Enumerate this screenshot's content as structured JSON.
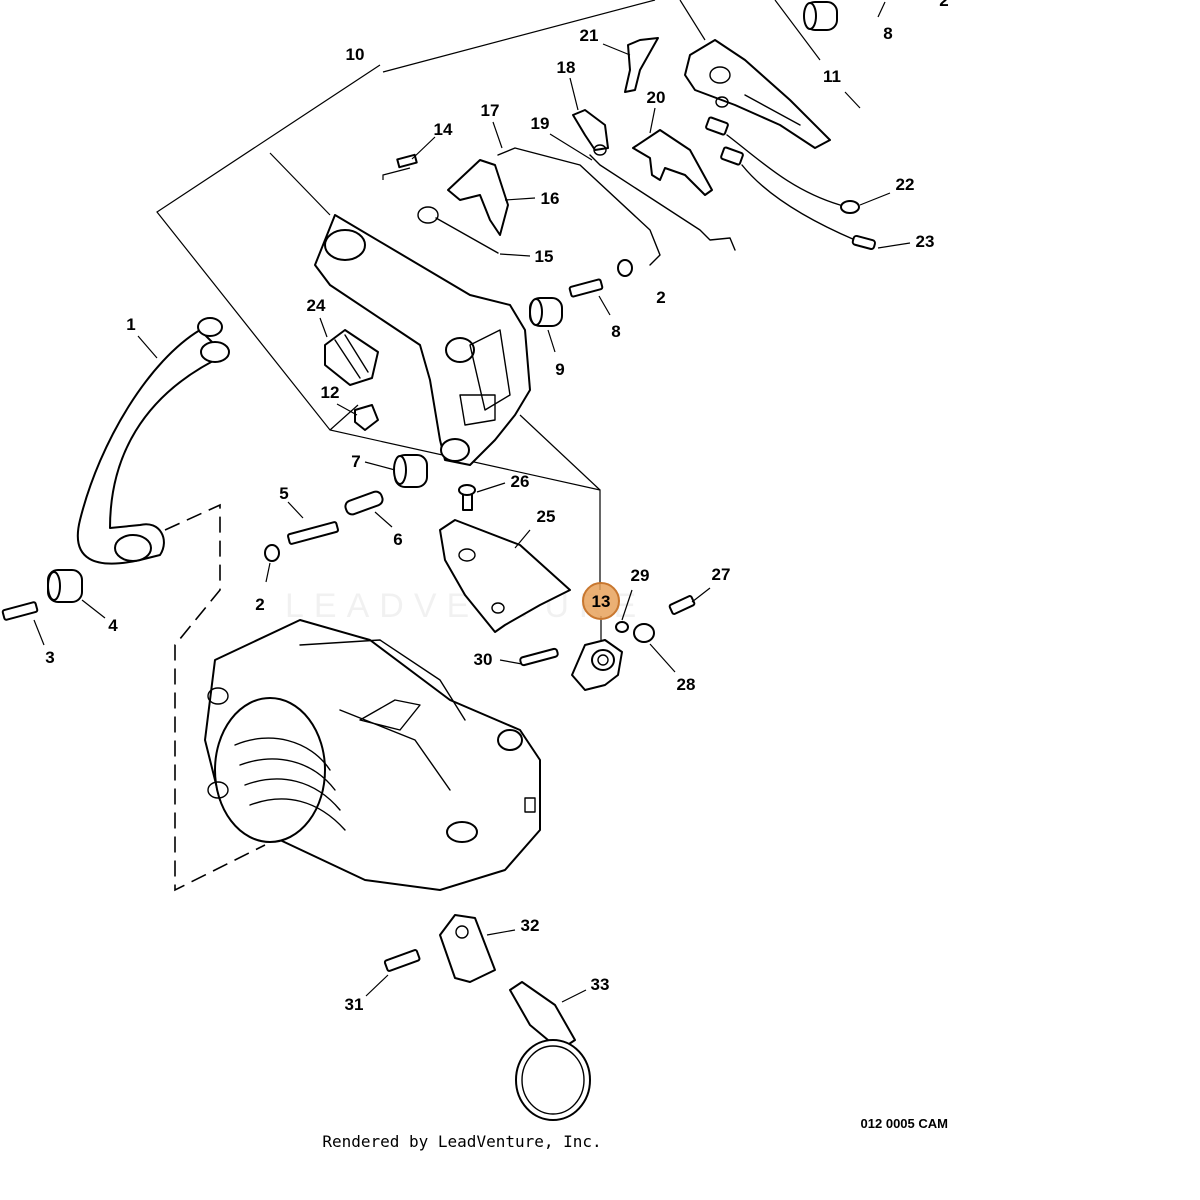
{
  "diagram": {
    "labels": {
      "1": "1",
      "2": "2",
      "3": "3",
      "4": "4",
      "5": "5",
      "6": "6",
      "7": "7",
      "8": "8",
      "9": "9",
      "10": "10",
      "11": "11",
      "12": "12",
      "13": "13",
      "14": "14",
      "15": "15",
      "16": "16",
      "17": "17",
      "18": "18",
      "19": "19",
      "20": "20",
      "21": "21",
      "22": "22",
      "23": "23",
      "24": "24",
      "25": "25",
      "26": "26",
      "27": "27",
      "28": "28",
      "29": "29",
      "30": "30",
      "31": "31",
      "32": "32",
      "33": "33"
    },
    "highlighted_part": "13",
    "highlight_color": "#E8A25C",
    "drawing_code": "012 0005 CAM",
    "watermark": "LEADVENTURE",
    "footer": "Rendered by LeadVenture, Inc."
  }
}
